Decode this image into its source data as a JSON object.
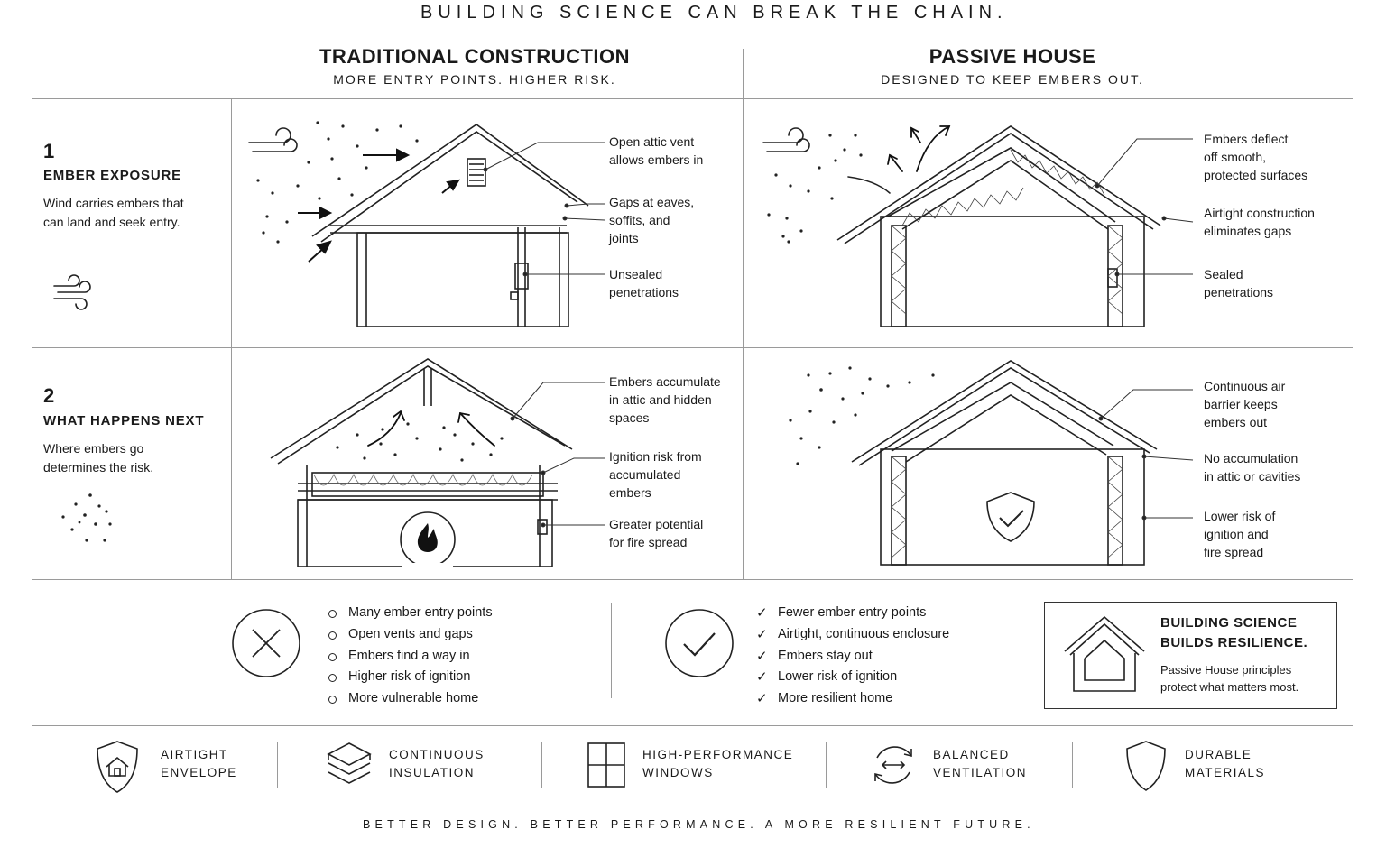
{
  "banner": "BUILDING SCIENCE CAN BREAK THE CHAIN.",
  "columns": [
    {
      "title": "TRADITIONAL CONSTRUCTION",
      "subtitle": "MORE ENTRY POINTS. HIGHER RISK."
    },
    {
      "title": "PASSIVE HOUSE",
      "subtitle": "DESIGNED TO KEEP EMBERS OUT."
    }
  ],
  "steps": [
    {
      "number": "1",
      "title": "EMBER EXPOSURE",
      "description": "Wind carries embers that can land and seek entry.",
      "icon": "wind-icon"
    },
    {
      "number": "2",
      "title": "WHAT HAPPENS NEXT",
      "description": "Where embers go determines the risk.",
      "icon": "embers-icon"
    }
  ],
  "callouts": {
    "trad_1": [
      "Open attic vent\nallows embers in",
      "Gaps at eaves,\nsoffits, and\njoints",
      "Unsealed\npenetrations"
    ],
    "ph_1": [
      "Embers deflect\noff smooth,\nprotected surfaces",
      "Airtight construction\neliminates gaps",
      "Sealed\npenetrations"
    ],
    "trad_2": [
      "Embers accumulate\nin attic and hidden\nspaces",
      "Ignition risk from\naccumulated\nembers",
      "Greater potential\nfor fire spread"
    ],
    "ph_2": [
      "Continuous air\nbarrier keeps\nembers out",
      "No accumulation\nin attic or cavities",
      "Lower risk of\nignition and\nfire spread"
    ]
  },
  "summary": {
    "traditional": [
      "Many ember entry points",
      "Open vents and gaps",
      "Embers find a way in",
      "Higher risk of ignition",
      "More vulnerable home"
    ],
    "passive": [
      "Fewer ember entry points",
      "Airtight, continuous enclosure",
      "Embers stay out",
      "Lower risk of ignition",
      "More resilient home"
    ],
    "resilience": {
      "title": "BUILDING SCIENCE\nBUILDS RESILIENCE.",
      "text": "Passive House principles\nprotect what matters most."
    }
  },
  "features": [
    {
      "label": "AIRTIGHT\nENVELOPE",
      "icon": "shield-house-icon"
    },
    {
      "label": "CONTINUOUS\nINSULATION",
      "icon": "layers-icon"
    },
    {
      "label": "HIGH-PERFORMANCE\nWINDOWS",
      "icon": "window-icon"
    },
    {
      "label": "BALANCED\nVENTILATION",
      "icon": "ventilation-icon"
    },
    {
      "label": "DURABLE\nMATERIALS",
      "icon": "shield-icon"
    }
  ],
  "footer": "BETTER DESIGN.   BETTER PERFORMANCE.   A MORE RESILIENT FUTURE.",
  "colors": {
    "ink": "#1a1a1a",
    "rule": "#6a6a6a",
    "background": "#ffffff"
  }
}
